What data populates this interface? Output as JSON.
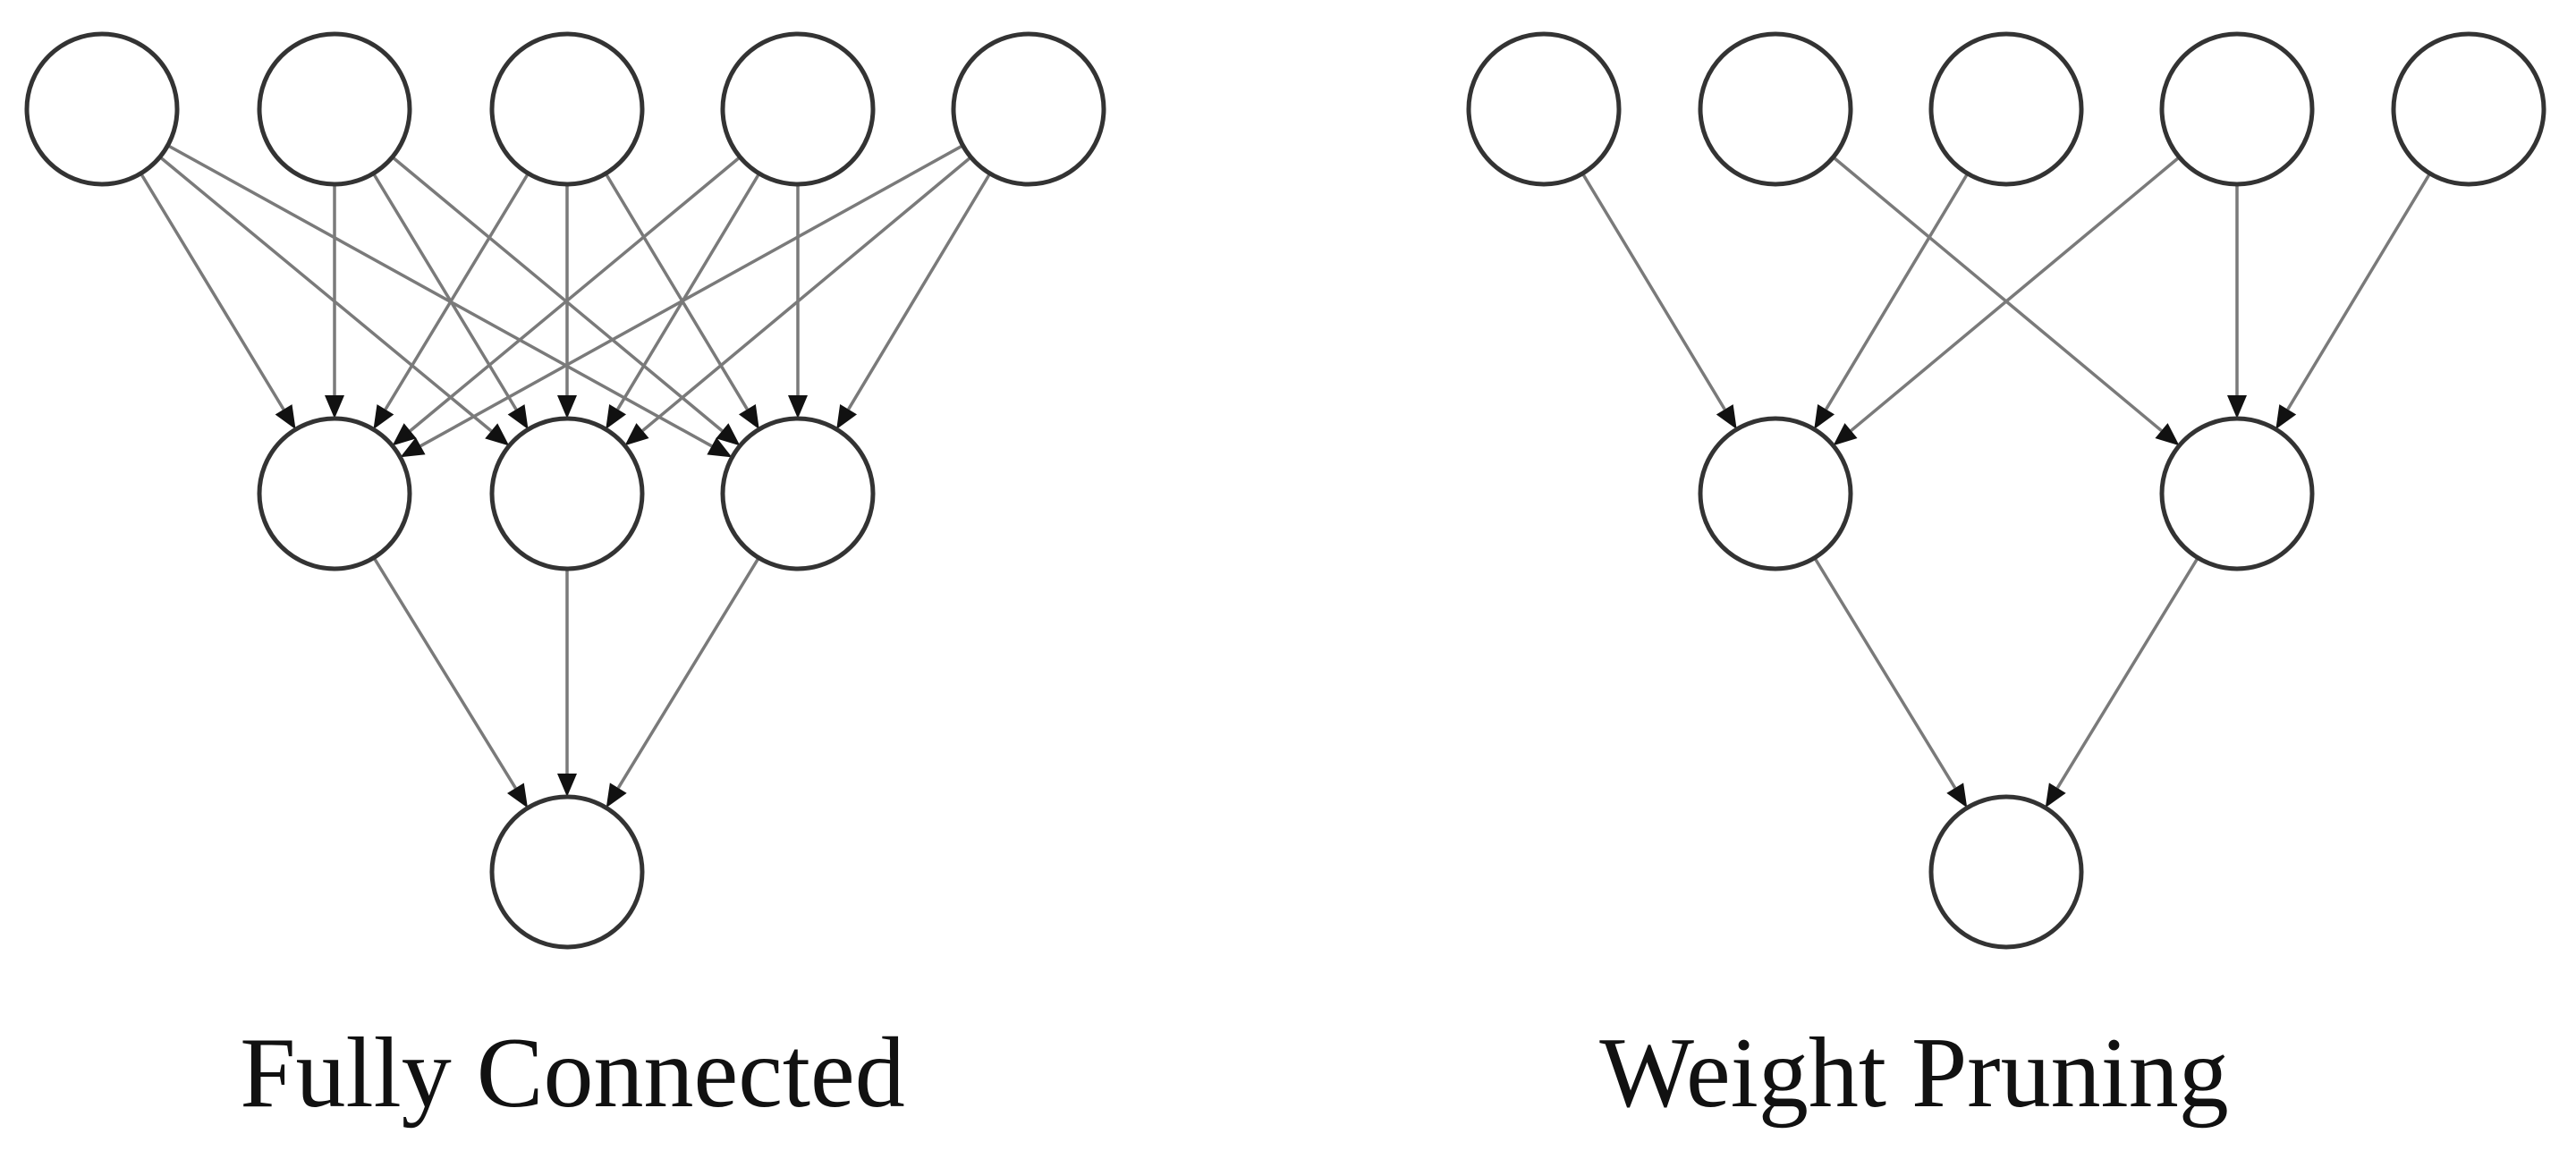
{
  "panels": [
    {
      "id": "fully-connected",
      "caption": "Fully Connected",
      "layers": [
        5,
        3,
        1
      ],
      "edges": [
        [
          [
            0,
            0
          ],
          [
            1,
            0
          ]
        ],
        [
          [
            0,
            0
          ],
          [
            1,
            1
          ]
        ],
        [
          [
            0,
            0
          ],
          [
            1,
            2
          ]
        ],
        [
          [
            0,
            1
          ],
          [
            1,
            0
          ]
        ],
        [
          [
            0,
            1
          ],
          [
            1,
            1
          ]
        ],
        [
          [
            0,
            1
          ],
          [
            1,
            2
          ]
        ],
        [
          [
            0,
            2
          ],
          [
            1,
            0
          ]
        ],
        [
          [
            0,
            2
          ],
          [
            1,
            1
          ]
        ],
        [
          [
            0,
            2
          ],
          [
            1,
            2
          ]
        ],
        [
          [
            0,
            3
          ],
          [
            1,
            0
          ]
        ],
        [
          [
            0,
            3
          ],
          [
            1,
            1
          ]
        ],
        [
          [
            0,
            3
          ],
          [
            1,
            2
          ]
        ],
        [
          [
            0,
            4
          ],
          [
            1,
            0
          ]
        ],
        [
          [
            0,
            4
          ],
          [
            1,
            1
          ]
        ],
        [
          [
            0,
            4
          ],
          [
            1,
            2
          ]
        ],
        [
          [
            1,
            0
          ],
          [
            2,
            0
          ]
        ],
        [
          [
            1,
            1
          ],
          [
            2,
            0
          ]
        ],
        [
          [
            1,
            2
          ],
          [
            2,
            0
          ]
        ]
      ]
    },
    {
      "id": "weight-pruning",
      "caption": "Weight Pruning",
      "layers": [
        5,
        2,
        1
      ],
      "edges": [
        [
          [
            0,
            0
          ],
          [
            1,
            0
          ]
        ],
        [
          [
            0,
            2
          ],
          [
            1,
            0
          ]
        ],
        [
          [
            0,
            3
          ],
          [
            1,
            0
          ]
        ],
        [
          [
            0,
            1
          ],
          [
            1,
            1
          ]
        ],
        [
          [
            0,
            3
          ],
          [
            1,
            1
          ]
        ],
        [
          [
            0,
            4
          ],
          [
            1,
            1
          ]
        ],
        [
          [
            1,
            0
          ],
          [
            2,
            0
          ]
        ],
        [
          [
            1,
            1
          ],
          [
            2,
            0
          ]
        ]
      ]
    }
  ],
  "colors": {
    "node_stroke": "#333333",
    "edge": "#7a7a7a",
    "arrowhead": "#111111"
  }
}
